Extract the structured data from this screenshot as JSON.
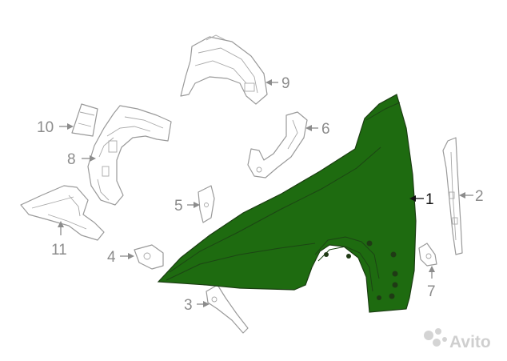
{
  "colors": {
    "highlight": "#1e6b10",
    "part_outline": "#9a9a9a",
    "callout_gray": "#8c8c8c",
    "callout_main": "#111111",
    "watermark": "#cfcfcf"
  },
  "callouts": {
    "c1": "1",
    "c2": "2",
    "c3": "3",
    "c4": "4",
    "c5": "5",
    "c6": "6",
    "c7": "7",
    "c8": "8",
    "c9": "9",
    "c10": "10",
    "c11": "11"
  },
  "highlighted_part": "1",
  "watermark": {
    "text": "Avito",
    "icon": "avito-logo-icon"
  }
}
